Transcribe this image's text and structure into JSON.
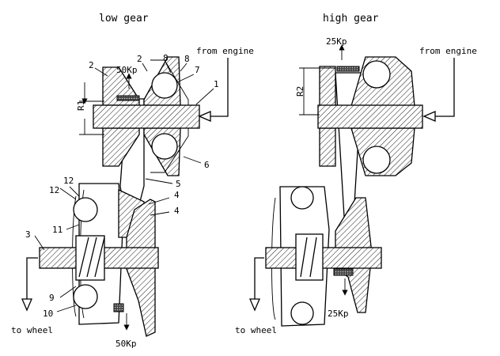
{
  "titles": {
    "left": "low gear",
    "right": "high gear"
  },
  "inputs": {
    "left": "from engine",
    "right": "from engine"
  },
  "outputs": {
    "left": "to wheel",
    "right": "to wheel"
  },
  "forces": {
    "left_top": "50Kp",
    "left_bottom": "50Kp",
    "right_top": "25Kp",
    "right_bottom": "25Kp"
  },
  "radii": {
    "r1": "R1",
    "r2": "R2"
  },
  "part_numbers": {
    "n1": "1",
    "n2a": "2",
    "n2b": "2",
    "n3": "3",
    "n4a": "4",
    "n4b": "4",
    "n5": "5",
    "n6": "6",
    "n7": "7",
    "n8a": "8",
    "n8b": "8",
    "n9": "9",
    "n10": "10",
    "n11": "11",
    "n12a": "12",
    "n12b": "12"
  }
}
